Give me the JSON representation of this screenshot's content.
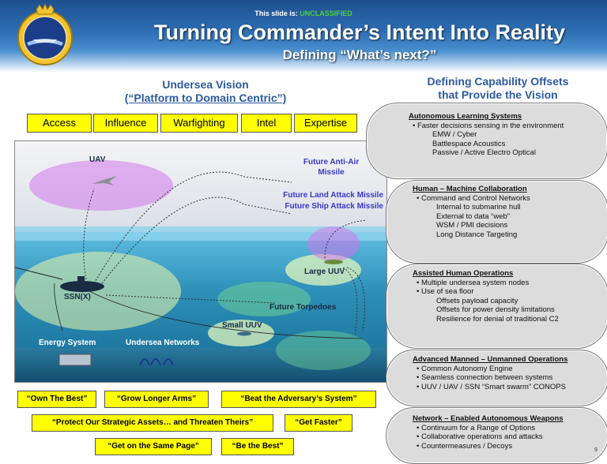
{
  "header": {
    "classification_prefix": "This slide is:",
    "classification_level": "UNCLASSIFIED",
    "title": "Turning Commander’s Intent Into Reality",
    "subtitle": "Defining “What’s next?”"
  },
  "undersea_vision": {
    "title": "Undersea Vision",
    "subtitle": "(“Platform to Domain Centric”)",
    "pillars": [
      "Access",
      "Influence",
      "Warfighting",
      "Intel",
      "Expertise"
    ]
  },
  "scene": {
    "uav": "UAV",
    "future_anti_air": "Future Anti-Air Missile",
    "future_land_attack": "Future Land Attack Missile",
    "future_ship_attack": "Future Ship Attack Missile",
    "large_uuv": "Large UUV",
    "ssn": "SSN(X)",
    "future_torpedoes": "Future Torpedoes",
    "small_uuv": "Small UUV",
    "energy_system": "Energy System",
    "undersea_networks": "Undersea Networks"
  },
  "slogans": [
    "“Own The Best”",
    "“Grow Longer Arms”",
    "“Beat the Adversary’s System”",
    "“Protect Our Strategic Assets… and Threaten Theirs”",
    "“Get Faster”",
    "“Get on the Same Page”",
    "“Be the Best”"
  ],
  "offsets": {
    "title_line1": "Defining Capability Offsets",
    "title_line2": "that Provide the Vision",
    "groups": [
      {
        "heading": "Autonomous Learning Systems",
        "lines": [
          {
            "t": "b",
            "text": "• Faster decisions sensing in the environment"
          },
          {
            "t": "s",
            "text": "EMW / Cyber"
          },
          {
            "t": "s",
            "text": "Battlespace Acoustics"
          },
          {
            "t": "s",
            "text": "Passive / Active Electro Optical"
          }
        ]
      },
      {
        "heading": "Human – Machine Collaboration",
        "lines": [
          {
            "t": "b",
            "text": "• Command and Control Networks"
          },
          {
            "t": "s",
            "text": "Internal to submarine hull"
          },
          {
            "t": "s",
            "text": "External to data “web”"
          },
          {
            "t": "s",
            "text": "WSM / PMI decisions"
          },
          {
            "t": "s",
            "text": "Long Distance Targeting"
          }
        ]
      },
      {
        "heading": "Assisted Human Operations",
        "lines": [
          {
            "t": "b",
            "text": "• Multiple undersea system nodes"
          },
          {
            "t": "b",
            "text": "• Use of sea floor"
          },
          {
            "t": "s",
            "text": "Offsets payload capacity"
          },
          {
            "t": "s",
            "text": "Offsets for power density limitations"
          },
          {
            "t": "s",
            "text": "Resilience for denial of traditional C2"
          }
        ]
      },
      {
        "heading": "Advanced Manned – Unmanned Operations",
        "lines": [
          {
            "t": "b",
            "text": "• Common Autonomy Engine"
          },
          {
            "t": "b",
            "text": "• Seamless connection between systems"
          },
          {
            "t": "b",
            "text": "• UUV / UAV / SSN “Smart swarm” CONOPS"
          }
        ]
      },
      {
        "heading": "Network – Enabled Autonomous Weapons",
        "lines": [
          {
            "t": "b",
            "text": "• Continuum for a Range of Options"
          },
          {
            "t": "b",
            "text": "• Collaborative operations and attacks"
          },
          {
            "t": "b",
            "text": "• Countermeasures / Decoys"
          }
        ]
      }
    ]
  },
  "page_number": "9"
}
